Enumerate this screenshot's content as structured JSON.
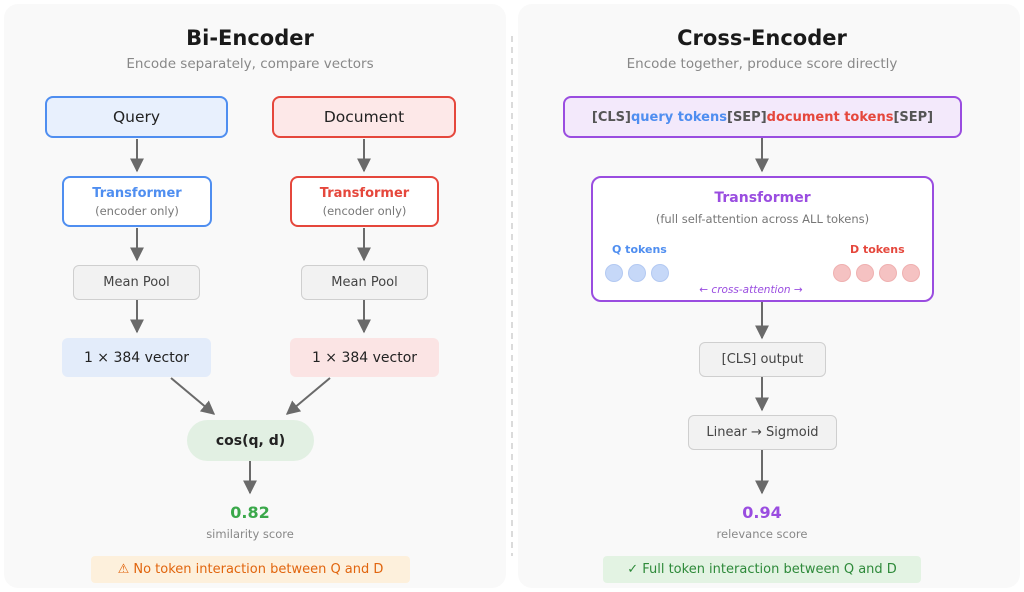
{
  "bi": {
    "title": "Bi-Encoder",
    "subtitle": "Encode separately, compare vectors",
    "query_label": "Query",
    "document_label": "Document",
    "transformer_title": "Transformer",
    "transformer_sub": "(encoder only)",
    "pool_label": "Mean Pool",
    "vector_label": "1 × 384 vector",
    "cos_label": "cos(q, d)",
    "score_value": "0.82",
    "score_label": "similarity score",
    "note": "⚠ No token interaction between Q and D"
  },
  "cross": {
    "title": "Cross-Encoder",
    "subtitle": "Encode together, produce score directly",
    "seq_cls": "[CLS]",
    "seq_query": "query tokens",
    "seq_sep1": "[SEP]",
    "seq_doc": "document tokens",
    "seq_sep2": "[SEP]",
    "transformer_title": "Transformer",
    "transformer_sub": "(full self-attention across ALL tokens)",
    "q_tokens_label": "Q tokens",
    "d_tokens_label": "D tokens",
    "q_token_count": 3,
    "d_token_count": 4,
    "cross_attention_label": "← cross-attention →",
    "cls_output_label": "[CLS] output",
    "linear_label": "Linear → Sigmoid",
    "score_value": "0.94",
    "score_label": "relevance score",
    "note": "✓ Full token interaction between Q and D"
  },
  "colors": {
    "blue": "#4f8ef0",
    "red": "#e5473c",
    "purple": "#9a4de0",
    "green_score": "#3aa84a",
    "arrow": "#6a6a6a"
  }
}
